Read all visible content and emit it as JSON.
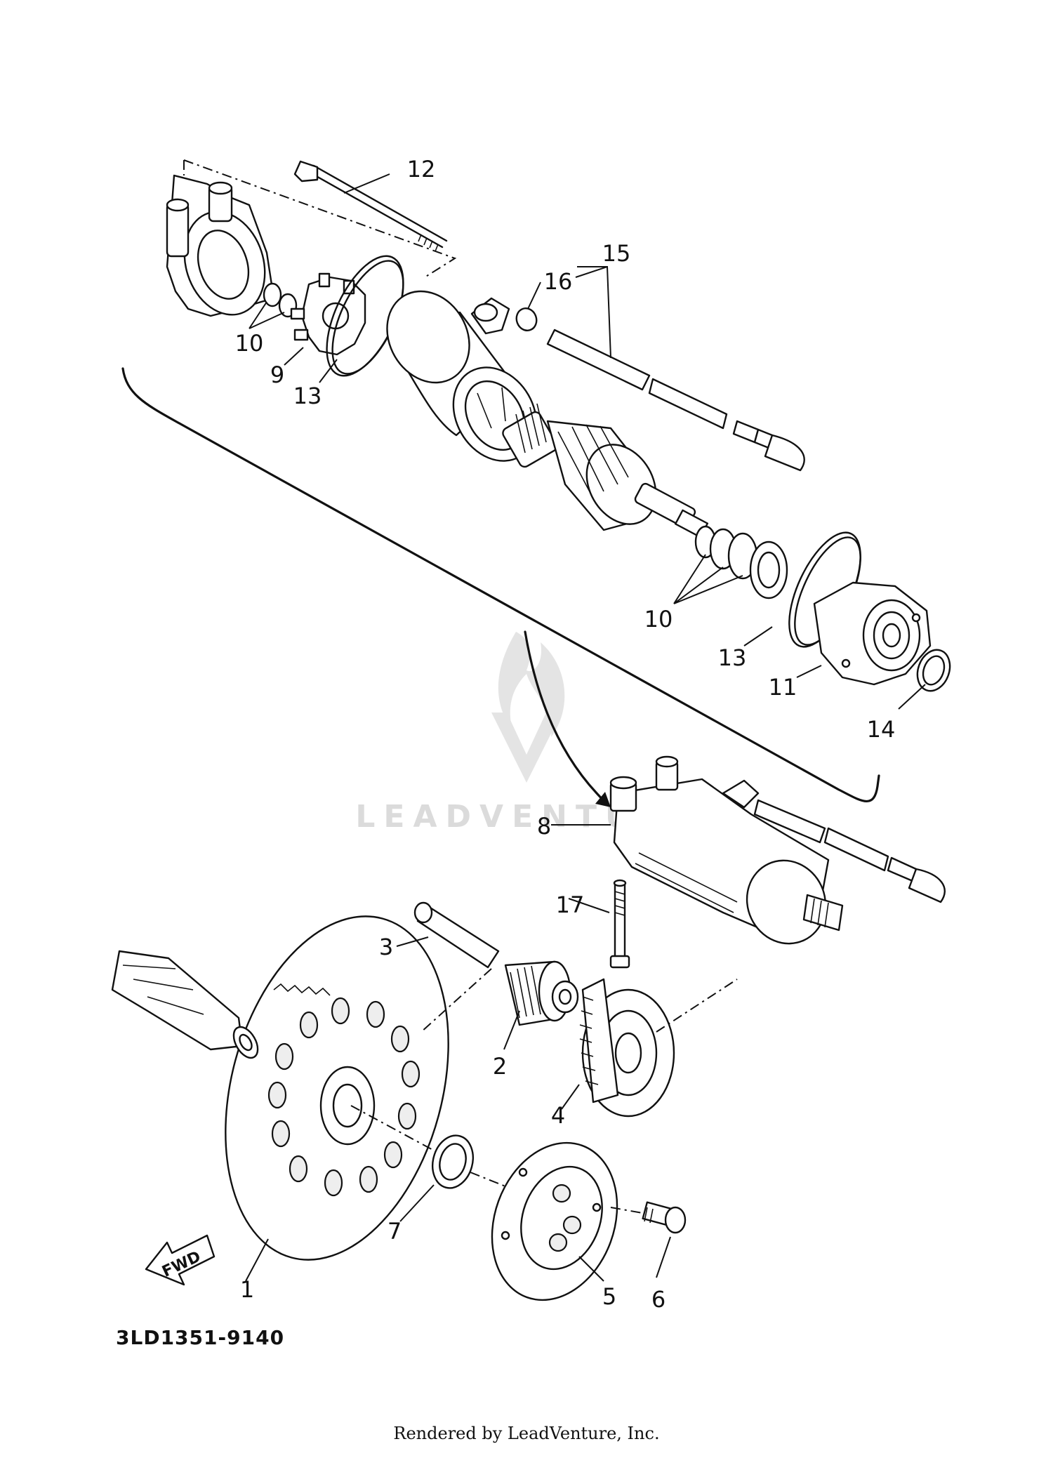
{
  "callouts": {
    "c1": "1",
    "c2": "2",
    "c3": "3",
    "c4": "4",
    "c5": "5",
    "c6": "6",
    "c7": "7",
    "c8": "8",
    "c9": "9",
    "c10a": "10",
    "c10b": "10",
    "c11": "11",
    "c12": "12",
    "c13a": "13",
    "c13b": "13",
    "c14": "14",
    "c15": "15",
    "c16": "16",
    "c17": "17"
  },
  "fwd_label": "FWD",
  "diagram_code": "3LD1351-9140",
  "watermark": "LEADVENTURE",
  "footer": "Rendered by LeadVenture, Inc."
}
